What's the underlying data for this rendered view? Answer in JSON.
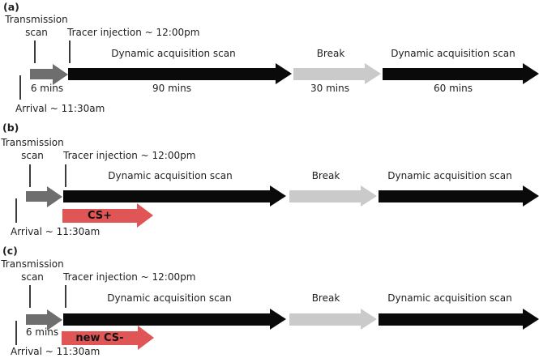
{
  "figure": {
    "colors": {
      "background": "#ffffff",
      "text": "#1f1f1f",
      "tick": "#3c3c3c",
      "arrow_black": "#0a0a0a",
      "arrow_dark_gray": "#6e6e6e",
      "arrow_light_gray": "#cacaca",
      "arrow_red": "#e05656"
    },
    "panels": [
      {
        "label": "(a)",
        "transmission_scan_line1": "Transmission",
        "transmission_scan_line2": "scan",
        "tracer_injection": "Tracer injection ~ 12:00pm",
        "dynamic_scan_1": "Dynamic acquisition scan",
        "break_label": "Break",
        "dynamic_scan_2": "Dynamic acquisition scan",
        "arrival": "Arrival ~ 11:30am",
        "transmission_duration": "6 mins",
        "dynamic_scan_1_duration": "90 mins",
        "break_duration": "30 mins",
        "dynamic_scan_2_duration": "60 mins"
      },
      {
        "label": "(b)",
        "transmission_scan_line1": "Transmission",
        "transmission_scan_line2": "scan",
        "tracer_injection": "Tracer injection ~ 12:00pm",
        "dynamic_scan_1": "Dynamic acquisition scan",
        "break_label": "Break",
        "dynamic_scan_2": "Dynamic acquisition scan",
        "arrival": "Arrival ~ 11:30am",
        "conditioning_label": "CS+"
      },
      {
        "label": "(c)",
        "transmission_scan_line1": "Transmission",
        "transmission_scan_line2": "scan",
        "tracer_injection": "Tracer injection ~ 12:00pm",
        "dynamic_scan_1": "Dynamic acquisition scan",
        "break_label": "Break",
        "dynamic_scan_2": "Dynamic acquisition scan",
        "arrival": "Arrival ~ 11:30am",
        "transmission_duration": "6 mins",
        "conditioning_label": "new CS-"
      }
    ]
  }
}
